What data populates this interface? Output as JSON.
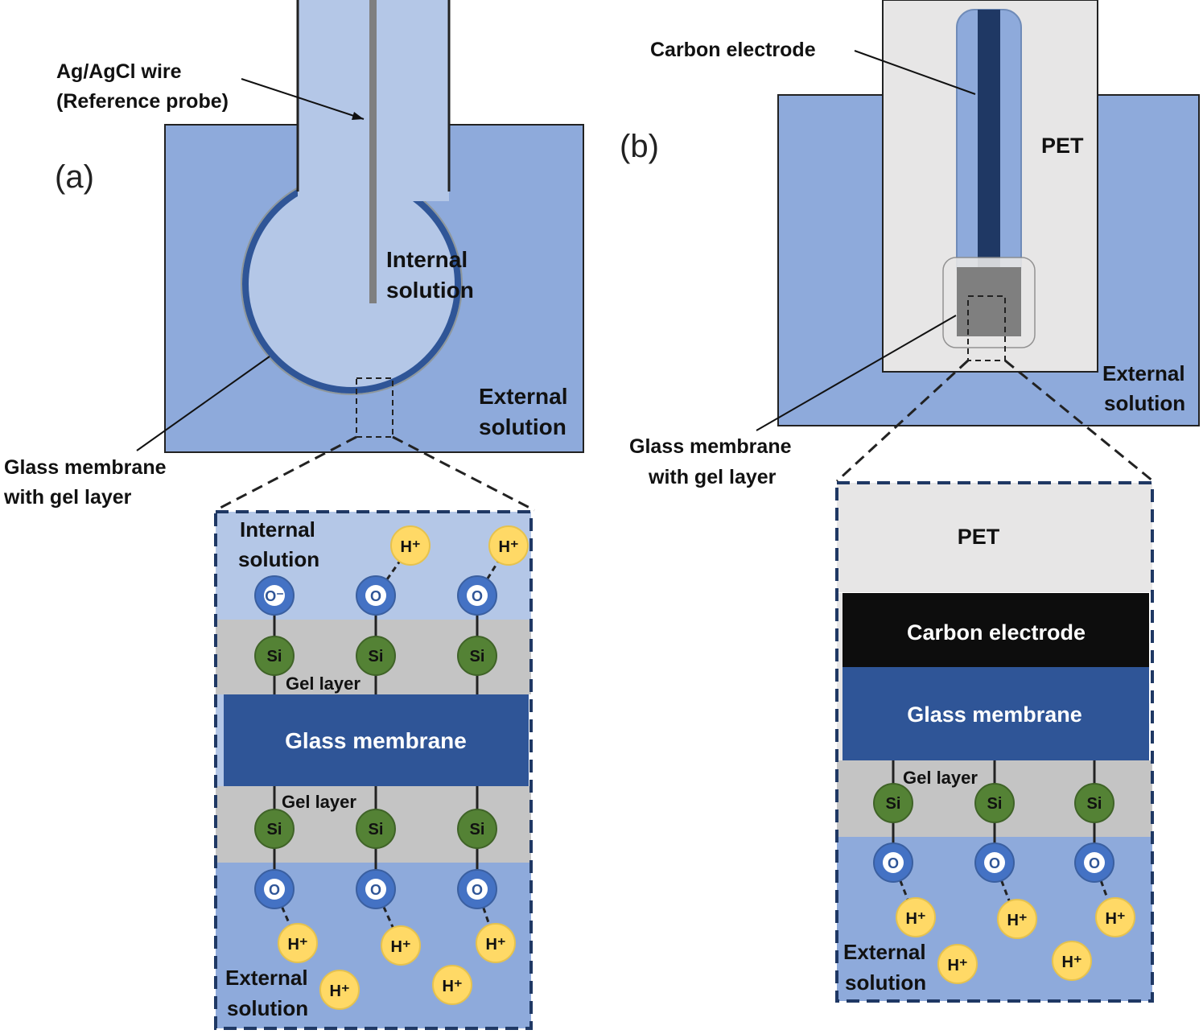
{
  "colors": {
    "solution_external": "#8eaadb",
    "solution_internal": "#b4c7e7",
    "glass_membrane": "#2f5597",
    "gel_layer": "#c4c4c4",
    "wire": "#7f7f7f",
    "pet": "#e7e6e6",
    "carbon": "#0d0d0d",
    "carbon_strip": "#1f3864",
    "oxygen": "#4472c4",
    "silicon": "#548235",
    "proton": "#ffd966",
    "dashed_box": "#1f3864"
  },
  "panel_a": {
    "tag": "(a)",
    "wire_label_line1": "Ag/AgCl wire",
    "wire_label_line2": "(Reference probe)",
    "internal_label_line1": "Internal",
    "internal_label_line2": "solution",
    "external_label_line1": "External",
    "external_label_line2": "solution",
    "membrane_label_line1": "Glass membrane",
    "membrane_label_line2": "with gel layer",
    "zoom": {
      "internal_line1": "Internal",
      "internal_line2": "solution",
      "gel_top": "Gel layer",
      "membrane": "Glass membrane",
      "gel_bottom": "Gel layer",
      "external_line1": "External",
      "external_line2": "solution",
      "top_oxygens": [
        "O⁻",
        "O",
        "O"
      ],
      "silicon": "Si",
      "bottom_oxygen": "O",
      "proton": "H⁺"
    }
  },
  "panel_b": {
    "tag": "(b)",
    "carbon_label": "Carbon electrode",
    "pet_label": "PET",
    "external_label_line1": "External",
    "external_label_line2": "solution",
    "membrane_label_line1": "Glass membrane",
    "membrane_label_line2": "with gel layer",
    "zoom": {
      "pet": "PET",
      "carbon": "Carbon electrode",
      "membrane": "Glass membrane",
      "gel": "Gel layer",
      "external_line1": "External",
      "external_line2": "solution",
      "oxygen": "O",
      "silicon": "Si",
      "proton": "H⁺"
    }
  }
}
